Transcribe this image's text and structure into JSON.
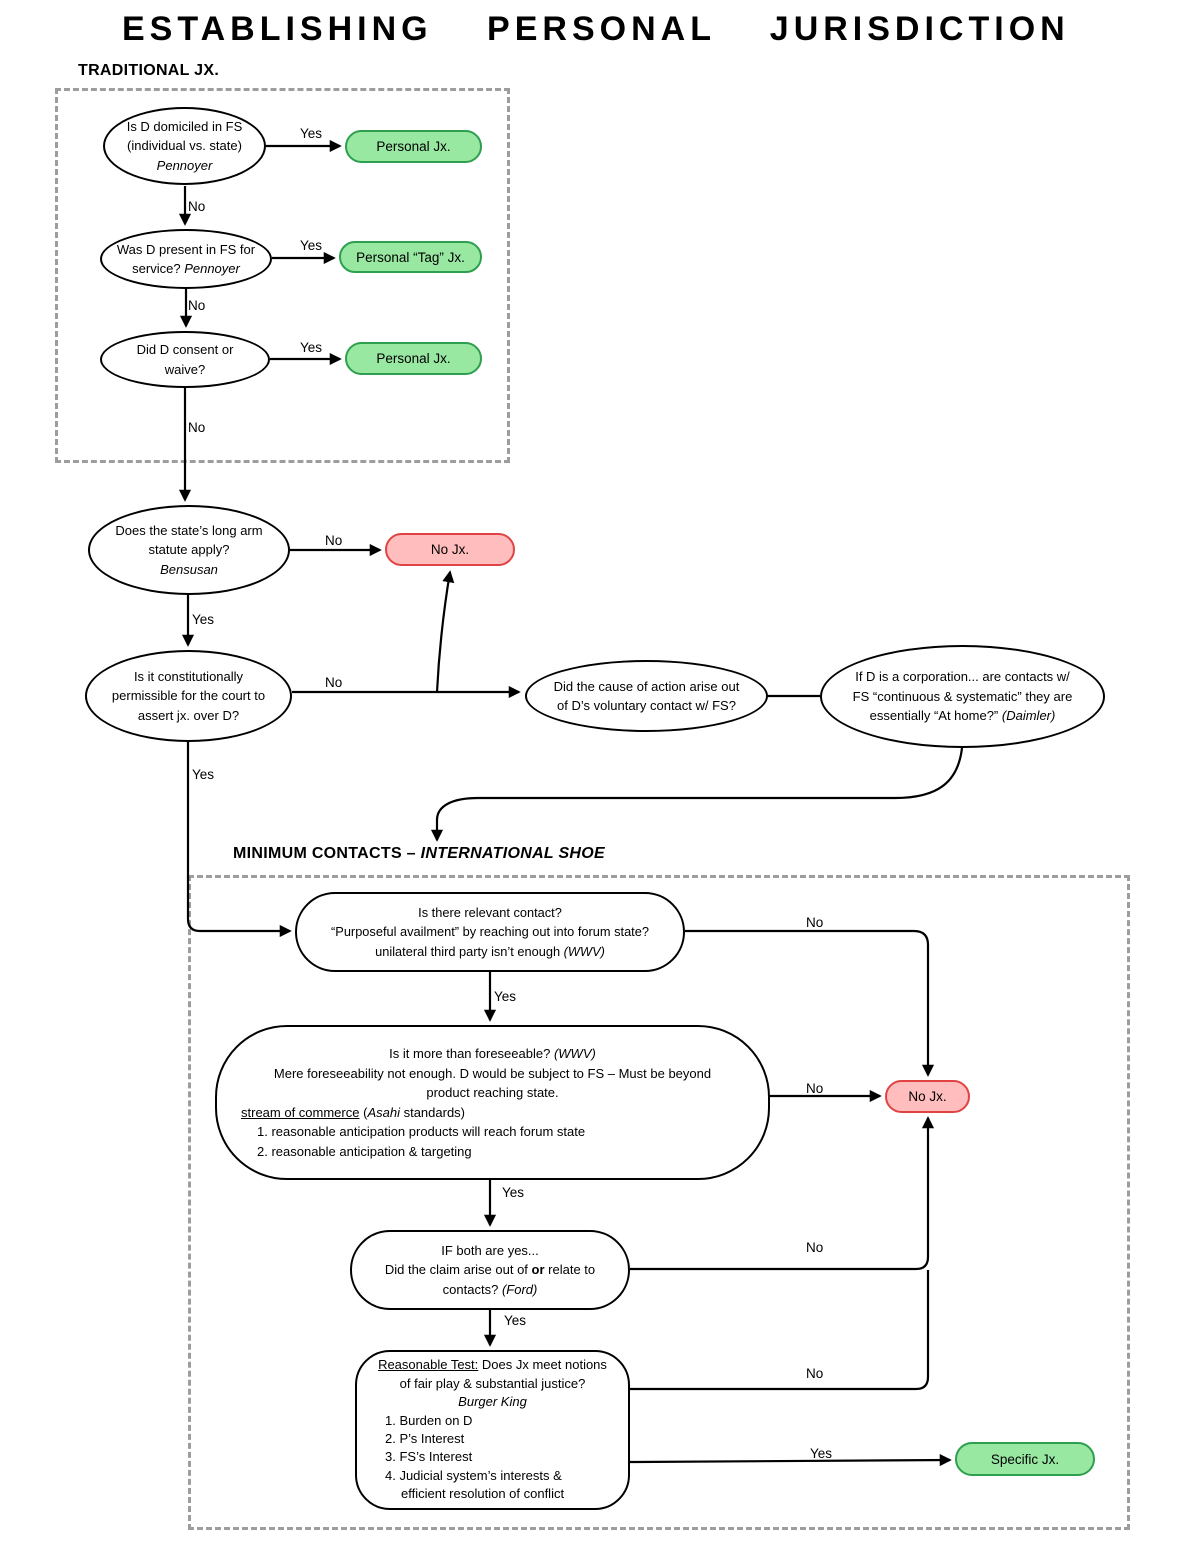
{
  "title": "ESTABLISHING PERSONAL JURISDICTION",
  "sections": {
    "traditional": {
      "heading": "TRADITIONAL JX."
    },
    "minimum_contacts": {
      "heading_prefix": "MINIMUM CONTACTS – ",
      "heading_case": "INTERNATIONAL SHOE"
    }
  },
  "labels": {
    "yes": "Yes",
    "no": "No"
  },
  "nodes": {
    "domicile": {
      "line1": "Is D domiciled in FS",
      "line2": "(individual vs. state)",
      "case": "Pennoyer"
    },
    "personal_jx_1": {
      "label": "Personal Jx."
    },
    "present": {
      "line1": "Was D present in FS for",
      "line2": "service?",
      "case": "Pennoyer"
    },
    "tag_jx": {
      "label": "Personal “Tag” Jx."
    },
    "consent": {
      "line1": "Did D consent or",
      "line2": "waive?"
    },
    "personal_jx_2": {
      "label": "Personal Jx."
    },
    "long_arm": {
      "line1": "Does the state’s long arm",
      "line2": "statute apply?",
      "case": "Bensusan"
    },
    "no_jx_1": {
      "label": "No Jx."
    },
    "constitutional": {
      "line1": "Is it constitutionally",
      "line2": "permissible for the court to",
      "line3": "assert jx. over D?"
    },
    "cause_of_action": {
      "line1": "Did the cause of action arise out",
      "line2": "of D’s voluntary contact w/ FS?"
    },
    "daimler": {
      "line1": "If D is a corporation... are contacts w/",
      "line2": "FS “continuous & systematic” they are",
      "line3": "essentially “At home?”",
      "case": "(Daimler)"
    },
    "relevant_contact": {
      "line1": "Is there relevant contact?",
      "line2": "“Purposeful availment” by reaching out into forum state?",
      "line3": "unilateral third party isn’t enough",
      "case": "(WWV)"
    },
    "foreseeable": {
      "q1": "Is it more than foreseeable?",
      "q1_case": "(WWV)",
      "body1": "Mere foreseeability not enough. D would be subject to FS – Must be beyond",
      "body2": "product reaching state.",
      "stream_label": "stream of commerce",
      "stream_open": " (",
      "stream_case": "Asahi",
      "stream_close": " standards)",
      "item1": "1. reasonable anticipation products will reach forum state",
      "item2": "2. reasonable anticipation & targeting"
    },
    "no_jx_2": {
      "label": "No Jx."
    },
    "arise_or_relate": {
      "line1": "IF both are yes...",
      "line2a": "Did the claim arise out of",
      "line2b": "or",
      "line2c": "relate to",
      "line3a": "contacts?",
      "line3b": "(Ford)"
    },
    "reasonable_test": {
      "heading_underline": "Reasonable Test:",
      "heading_rest": "Does Jx meet notions",
      "line2": "of fair play & substantial justice?",
      "case": "Burger King",
      "item1": "1. Burden on D",
      "item2": "2. P’s Interest",
      "item3": "3. FS’s Interest",
      "item4": "4. Judicial system’s interests &",
      "item4_cont": "efficient resolution of conflict"
    },
    "specific_jx": {
      "label": "Specific Jx."
    }
  }
}
